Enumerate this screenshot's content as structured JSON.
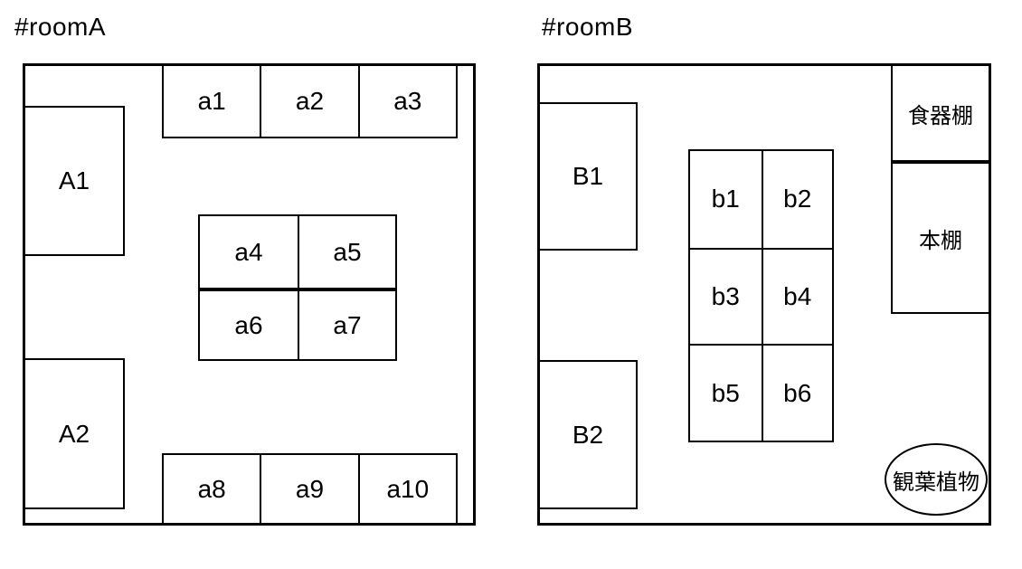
{
  "colors": {
    "line": "#000000",
    "background": "#ffffff"
  },
  "rooms": [
    {
      "title": "#roomA",
      "left_boxes": [
        "A1",
        "A2"
      ],
      "top_row": [
        "a1",
        "a2",
        "a3"
      ],
      "center_grid": {
        "rows": 2,
        "cols": 2,
        "cells": [
          "a4",
          "a5",
          "a6",
          "a7"
        ]
      },
      "bottom_row": [
        "a8",
        "a9",
        "a10"
      ]
    },
    {
      "title": "#roomB",
      "left_boxes": [
        "B1",
        "B2"
      ],
      "center_grid": {
        "rows": 3,
        "cols": 2,
        "cells": [
          "b1",
          "b2",
          "b3",
          "b4",
          "b5",
          "b6"
        ]
      },
      "right_shelves": [
        "食器棚",
        "本棚"
      ],
      "plant_label": "観葉植物"
    }
  ]
}
